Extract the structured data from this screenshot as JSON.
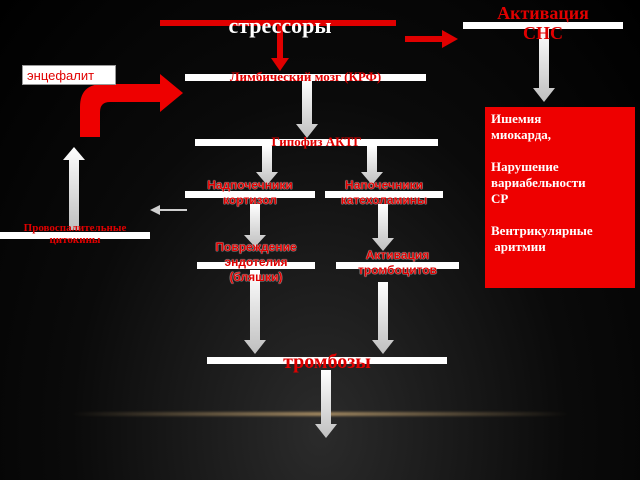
{
  "nodes": {
    "stressors": "стрессоры",
    "sns_line1": "Активация",
    "sns_line2": "СНС",
    "limbic": "Лимбический мозг (КРФ)",
    "encephalitis": "энцефалит",
    "pituitary": "Гипофиз АКТГ",
    "adrenal_cortisol_line1": "Надпочечники",
    "adrenal_cortisol_line2": "кортизол",
    "adrenal_catechol_line1": "Напочечники",
    "adrenal_catechol_line2": "катехоламины",
    "cytokines_line1": "Провоспалительные",
    "cytokines_line2": "цитокины",
    "endothelium_line1": "Повреждение",
    "endothelium_line2": "эндотелия",
    "endothelium_line3": "(бляшки)",
    "platelets_line1": "Активация",
    "platelets_line2": "тромбоцитов",
    "thrombosis": "тромбозы"
  },
  "outcomes": [
    "Ишемия",
    "миокарда,",
    "",
    "Нарушение",
    "вариабельности",
    "СР",
    "",
    "Вентрикулярные",
    " аритмии"
  ],
  "colors": {
    "accent": "#e00000",
    "box_fill": "#ee0000",
    "bar": "#ffffff",
    "background": "#000000"
  }
}
